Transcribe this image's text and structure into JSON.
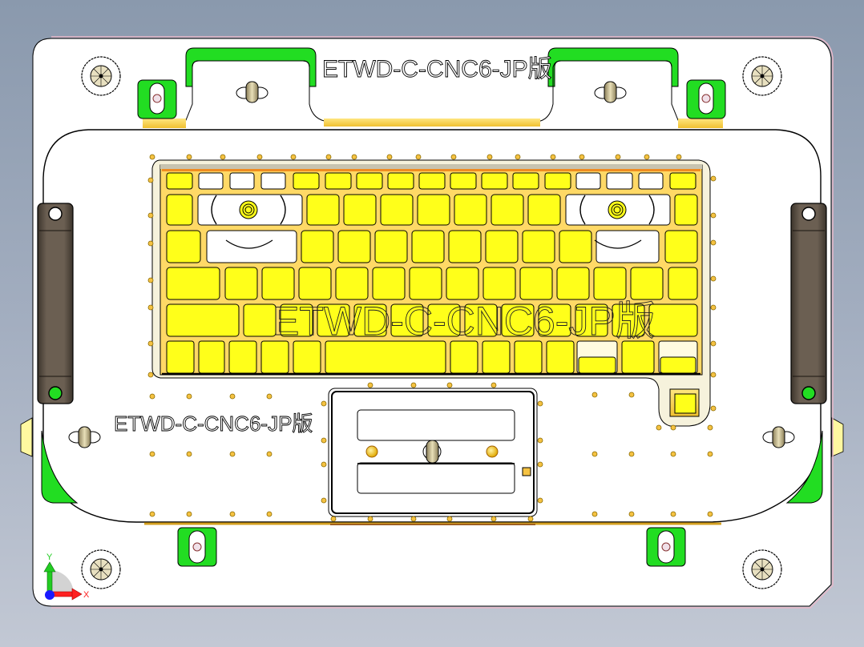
{
  "viewport": {
    "background_top": "#8a99ad",
    "background_bottom": "#c2c8d4"
  },
  "part": {
    "engraving_top": "ETWD-C-CNC6-JP版",
    "engraving_left": "ETWD-C-CNC6-JP版",
    "engraving_center": "ETWD-C-CNC6-JP版"
  },
  "colors": {
    "plate": "#ffffff",
    "plate_edge": "#e8b8c8",
    "clamp_green": "#22dd22",
    "keycap_yellow": "#ffff1a",
    "keyboard_frame": "#ffd966",
    "pin_gold": "#f5c242",
    "handle_brown": "#5a4f44",
    "thumbscrew": "#d9cfa0"
  },
  "triad": {
    "x_label": "X",
    "y_label": "Y",
    "x_color": "#ff2020",
    "y_color": "#22cc22",
    "origin_color": "#1a1aff"
  }
}
